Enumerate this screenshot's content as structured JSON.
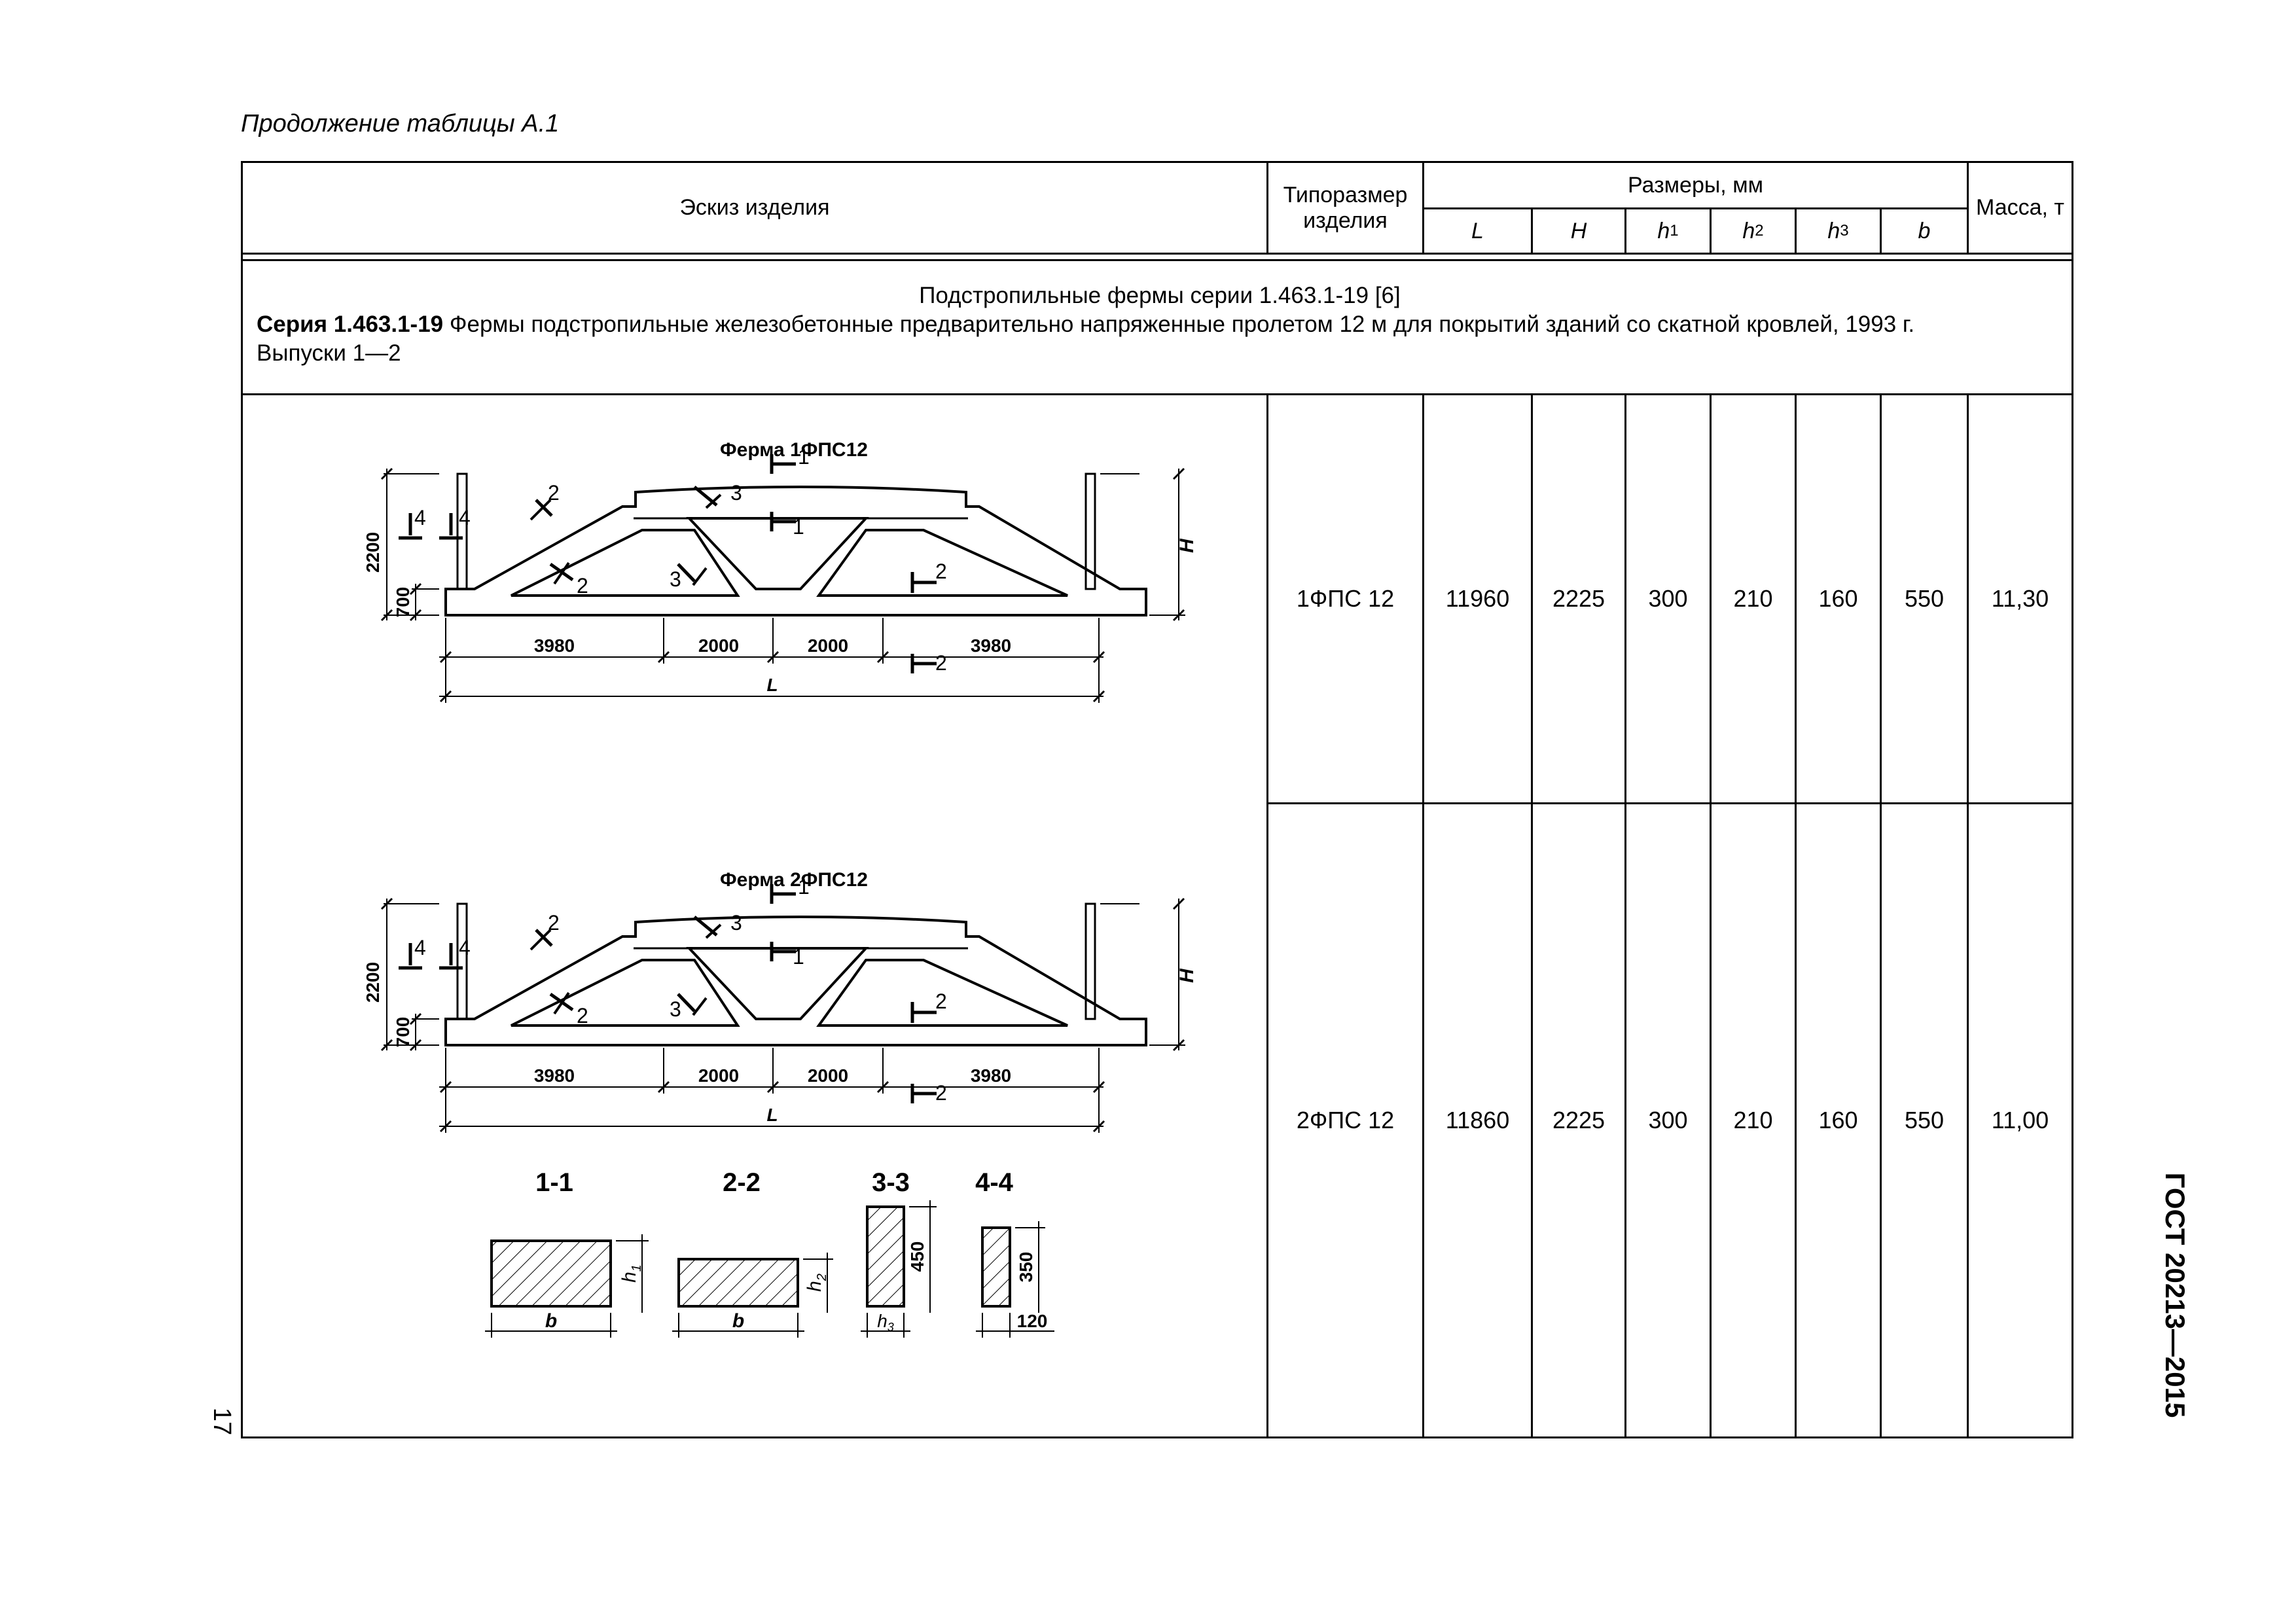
{
  "caption": "Продолжение таблицы А.1",
  "header": {
    "sketch": "Эскиз изделия",
    "type_size_1": "Типоразмер",
    "type_size_2": "изделия",
    "sizes": "Размеры, мм",
    "mass": "Масса, т",
    "cols": [
      "L",
      "H",
      "h",
      "h",
      "h",
      "b"
    ],
    "subs": [
      "",
      "",
      "1",
      "2",
      "3",
      ""
    ]
  },
  "series": {
    "title": "Подстропильные фермы серии 1.463.1-19 [6]",
    "bold": "Серия 1.463.1-19",
    "text": " Фермы подстропильные железобетонные предварительно напряженные пролетом 12 м для покрытий зданий со скатной кровлей, 1993 г.",
    "issues": "Выпуски 1—2"
  },
  "rows": [
    {
      "type": "1ФПС 12",
      "L": "11960",
      "H": "2225",
      "h1": "300",
      "h2": "210",
      "h3": "160",
      "b": "550",
      "mass": "11,30"
    },
    {
      "type": "2ФПС 12",
      "L": "11860",
      "H": "2225",
      "h1": "300",
      "h2": "210",
      "h3": "160",
      "b": "550",
      "mass": "11,00"
    }
  ],
  "drawings": {
    "truss1_title": "Ферма 1ФПС12",
    "truss2_title": "Ферма 2ФПС12",
    "dim_2200": "2200",
    "dim_700": "700",
    "dim_3980": "3980",
    "dim_2000": "2000",
    "dim_L": "L",
    "dim_H": "H",
    "num_1": "1",
    "num_2": "2",
    "num_3": "3",
    "num_4": "4",
    "sec_11": "1-1",
    "sec_22": "2-2",
    "sec_33": "3-3",
    "sec_44": "4-4",
    "dim_b": "b",
    "dim_h": "h",
    "dim_450": "450",
    "dim_350": "350",
    "dim_120": "120"
  },
  "side_label": "ГОСТ 20213—2015",
  "page_number": "17"
}
